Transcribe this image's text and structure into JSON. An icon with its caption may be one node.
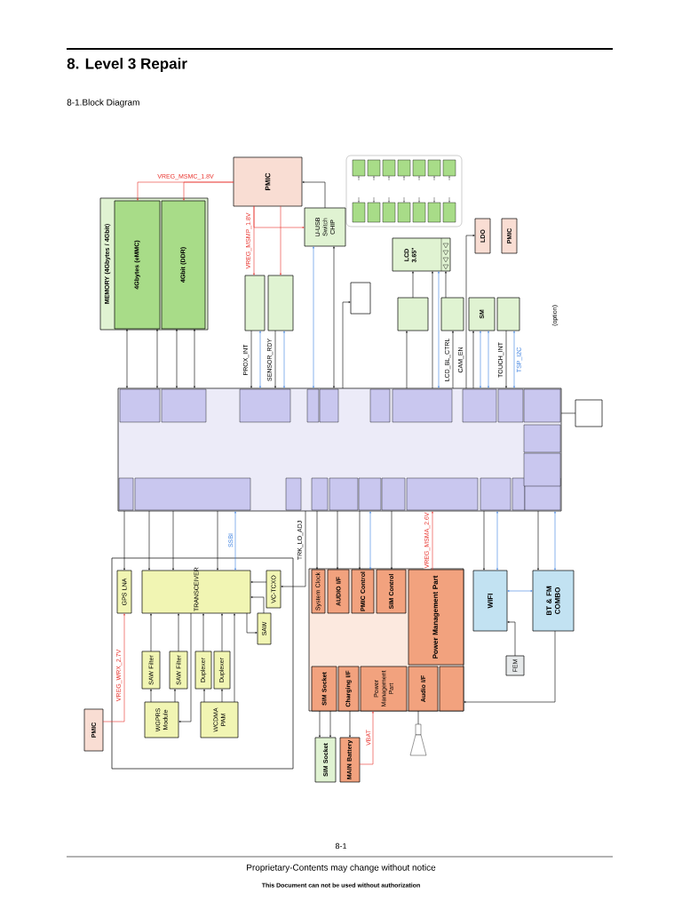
{
  "diagram": {
    "title": "8. Level 3 Repair",
    "nodes": [
      {
        "text": [
          "PMIC"
        ]
      },
      {
        "text": [
          "MEMORY (4Gbytes / 4Gbit)"
        ]
      },
      {
        "text": [
          "4Gbytes (eMMC)"
        ],
        "in": 1
      },
      {
        "text": [
          "4Gbit (DDR)"
        ],
        "in": 1
      },
      {
        "text": [
          "U-USB Switch CHIP"
        ]
      },
      {
        "text": [
          "LCD 3.65\""
        ]
      },
      {
        "text": [
          "LDO"
        ]
      },
      {
        "text": [
          "PMIC"
        ]
      },
      {
        "text": [],
        "shape": "box"
      },
      {
        "text": [],
        "shape": "box"
      },
      {
        "text": [],
        "shape": "box"
      },
      {
        "text": [],
        "shape": "box"
      },
      {
        "text": [],
        "shape": "box"
      },
      {
        "text": [
          "SM"
        ]
      },
      {
        "text": [],
        "shape": "box"
      },
      {
        "text": [],
        "shape": "box"
      },
      {
        "text": [],
        "shape": "box"
      },
      {
        "text": [],
        "shape": "box"
      },
      {
        "text": [
          "GPS LNA"
        ],
        "in": 17
      },
      {
        "text": [
          "TRANSCEIVER"
        ],
        "in": 17
      },
      {
        "text": [
          "VC-TCXO"
        ],
        "in": 17
      },
      {
        "text": [
          "SAW"
        ],
        "in": 17
      },
      {
        "text": [
          "SAW Filter"
        ],
        "in": 17
      },
      {
        "text": [
          "SAW Filter"
        ],
        "in": 17
      },
      {
        "text": [
          "Duplexer"
        ],
        "in": 17
      },
      {
        "text": [
          "Duplexer"
        ],
        "in": 17
      },
      {
        "text": [
          "WGPRS Module"
        ],
        "in": 17
      },
      {
        "text": [
          "WCDMA PAM"
        ],
        "in": 17
      },
      {
        "text": [
          "PMIC"
        ]
      },
      {
        "text": [],
        "shape": "box"
      },
      {
        "text": [
          "System Clock"
        ],
        "in": 29
      },
      {
        "text": [
          "AUDIO I/F"
        ],
        "in": 29
      },
      {
        "text": [
          "PMIC Control"
        ],
        "in": 29
      },
      {
        "text": [
          "SIM Control"
        ],
        "in": 29
      },
      {
        "text": [
          "Power Management Part"
        ],
        "in": 29
      },
      {
        "text": [
          "SIM Socket"
        ],
        "in": 29
      },
      {
        "text": [
          "Charging I/F"
        ],
        "in": 29
      },
      {
        "text": [
          "Power Management Part"
        ],
        "in": 29
      },
      {
        "text": [
          "Audio I/F"
        ],
        "in": 29
      },
      {
        "text": [],
        "shape": "box",
        "in": 29
      },
      {
        "text": [
          "WIFI"
        ]
      },
      {
        "text": [
          "BT & FM COMBO"
        ]
      },
      {
        "text": [
          "FEM"
        ]
      },
      {
        "text": [
          "SIM Socket"
        ]
      },
      {
        "text": [
          "MAIN Battery"
        ]
      },
      {
        "text": [],
        "shape": "speaker"
      }
    ],
    "edges": [
      {
        "from": 0,
        "to": 2,
        "arrow": "to",
        "color": "#e8302a",
        "label": "VREG_MSMC_1.8V"
      },
      {
        "from": 0,
        "to": 3,
        "arrow": "to",
        "color": "#e8302a"
      },
      {
        "from": 0,
        "to": 8,
        "arrow": "to",
        "color": "#e8302a",
        "label": "VREG_MSMP_1.8V"
      },
      {
        "from": 0,
        "to": 9,
        "arrow": "to",
        "color": "#e8302a"
      },
      {
        "from": 0,
        "to": 4,
        "arrow": "to",
        "color": "#e8302a"
      },
      {
        "from": 4,
        "to": 0,
        "arrow": "to"
      },
      {
        "from": 2,
        "to": 15,
        "arrow": "both"
      },
      {
        "from": 2,
        "to": 15,
        "arrow": "both"
      },
      {
        "from": 3,
        "to": 15,
        "arrow": "both"
      },
      {
        "from": 3,
        "to": 15,
        "arrow": "both"
      },
      {
        "from": 8,
        "to": 15,
        "arrow": "to",
        "label": "PROX_INT"
      },
      {
        "from": 8,
        "to": 15,
        "arrow": "both",
        "color": "#3a7fe0"
      },
      {
        "from": 9,
        "to": 15,
        "arrow": "to",
        "label": "SENSOR_RDY"
      },
      {
        "from": 9,
        "to": 15,
        "arrow": "both",
        "color": "#3a7fe0"
      },
      {
        "from": 4,
        "to": 15,
        "arrow": "both",
        "color": "#3a7fe0"
      },
      {
        "from": 4,
        "to": 15,
        "arrow": "both"
      },
      {
        "from": 15,
        "to": 10,
        "arrow": "to"
      },
      {
        "from": 15,
        "to": 11,
        "arrow": "to"
      },
      {
        "from": 11,
        "to": 5,
        "arrow": "to"
      },
      {
        "from": 15,
        "to": 5,
        "arrow": "to"
      },
      {
        "from": 15,
        "to": 5,
        "arrow": "both",
        "color": "#3a7fe0"
      },
      {
        "from": 15,
        "to": 12,
        "arrow": "to",
        "label": "LCD_BL_CTRL"
      },
      {
        "from": 12,
        "to": 5,
        "arrow": "to"
      },
      {
        "from": 15,
        "to": 6,
        "arrow": "to",
        "label": "CAM_EN"
      },
      {
        "from": 15,
        "to": 13,
        "arrow": "to"
      },
      {
        "from": 15,
        "to": 13,
        "arrow": "both",
        "color": "#3a7fe0"
      },
      {
        "from": 15,
        "to": 13,
        "arrow": "both",
        "color": "#3a7fe0"
      },
      {
        "from": 14,
        "to": 15,
        "arrow": "to",
        "label": "TOUCH_INT"
      },
      {
        "from": 15,
        "to": 14,
        "arrow": "both",
        "color": "#3a7fe0",
        "label": "TSP_I2C"
      },
      {
        "from": 15,
        "to": 18,
        "arrow": "to"
      },
      {
        "from": 15,
        "to": 19,
        "arrow": "to"
      },
      {
        "from": 15,
        "to": 19,
        "arrow": "to"
      },
      {
        "from": 15,
        "to": 19,
        "arrow": "to"
      },
      {
        "from": 15,
        "to": 19,
        "arrow": "both",
        "color": "#3a7fe0",
        "label": "SSBI"
      },
      {
        "from": 20,
        "to": 19,
        "arrow": "to"
      },
      {
        "from": 15,
        "to": 20,
        "arrow": "to",
        "label": "TRK_LO_ADJ"
      },
      {
        "from": 19,
        "to": 21,
        "arrow": "to"
      },
      {
        "from": 21,
        "to": 19,
        "arrow": "to"
      },
      {
        "from": 22,
        "to": 19,
        "arrow": "to"
      },
      {
        "from": 23,
        "to": 19,
        "arrow": "to"
      },
      {
        "from": 24,
        "to": 19,
        "arrow": "to"
      },
      {
        "from": 25,
        "to": 19,
        "arrow": "to"
      },
      {
        "from": 26,
        "to": 22,
        "arrow": "to"
      },
      {
        "from": 26,
        "to": 23,
        "arrow": "to"
      },
      {
        "from": 27,
        "to": 24,
        "arrow": "to"
      },
      {
        "from": 27,
        "to": 25,
        "arrow": "to"
      },
      {
        "from": 19,
        "to": 26,
        "arrow": "to"
      },
      {
        "from": 27,
        "to": 19,
        "arrow": "to"
      },
      {
        "from": 28,
        "to": 18,
        "arrow": "to",
        "color": "#e8302a",
        "label": "VREG_WRX_2.7V"
      },
      {
        "from": 15,
        "to": 30,
        "arrow": "to"
      },
      {
        "from": 15,
        "to": 31,
        "arrow": "to"
      },
      {
        "from": 15,
        "to": 32,
        "arrow": "to"
      },
      {
        "from": 15,
        "to": 32,
        "arrow": "both",
        "color": "#3a7fe0"
      },
      {
        "from": 15,
        "to": 33,
        "arrow": "to"
      },
      {
        "from": 34,
        "to": 15,
        "arrow": "to",
        "color": "#e8302a",
        "label": "VREG_MSMA_2.6V"
      },
      {
        "from": 15,
        "to": 40,
        "arrow": "to"
      },
      {
        "from": 15,
        "to": 40,
        "arrow": "both",
        "color": "#3a7fe0"
      },
      {
        "from": 15,
        "to": 41,
        "arrow": "to"
      },
      {
        "from": 15,
        "to": 41,
        "arrow": "both",
        "color": "#3a7fe0"
      },
      {
        "from": 40,
        "to": 41,
        "arrow": "both",
        "color": "#3a7fe0"
      },
      {
        "from": 42,
        "to": 40,
        "arrow": "to"
      },
      {
        "from": 35,
        "to": 43,
        "arrow": "to"
      },
      {
        "from": 35,
        "to": 43,
        "arrow": "to"
      },
      {
        "from": 36,
        "to": 44,
        "arrow": "to"
      },
      {
        "from": 44,
        "to": 37,
        "arrow": "to",
        "color": "#e8302a",
        "label": "VBAT"
      },
      {
        "from": 38,
        "to": 45,
        "arrow": "none"
      },
      {
        "from": 15,
        "to": 16,
        "arrow": "none"
      },
      {
        "from": 41,
        "to": 39,
        "arrow": "to"
      }
    ],
    "labels": [
      "8-1.Block Diagram",
      "(option)",
      "8-1",
      "Proprietary-Contents may change without notice",
      "This Document can not be used without authorization"
    ]
  }
}
